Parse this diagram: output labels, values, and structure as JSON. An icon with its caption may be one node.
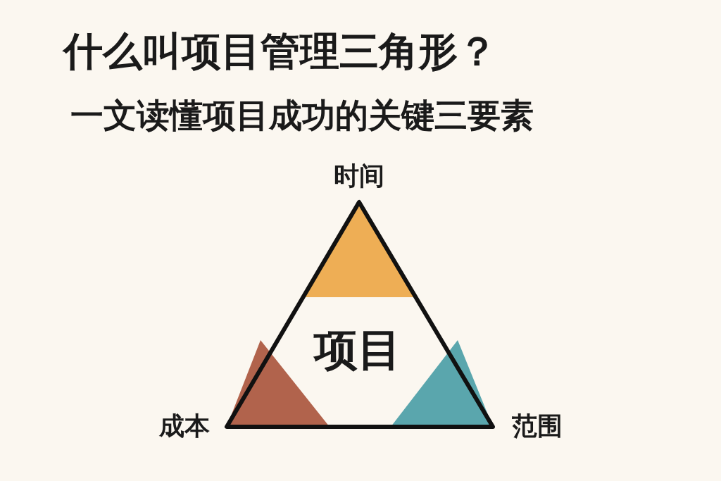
{
  "diagram": {
    "title": "什么叫项目管理三角形？",
    "nodes": [
      {
        "text": [
          "项目"
        ]
      },
      {
        "text": [],
        "shape": "triangle",
        "in": 0,
        "beside": [
          "时间"
        ]
      },
      {
        "text": [],
        "shape": "triangle",
        "in": 0,
        "beside": [
          "成本"
        ]
      },
      {
        "text": [],
        "shape": "triangle",
        "in": 0,
        "beside": [
          "范围"
        ]
      }
    ],
    "labels": [
      "一文读懂项目成功的关键三要素"
    ]
  }
}
